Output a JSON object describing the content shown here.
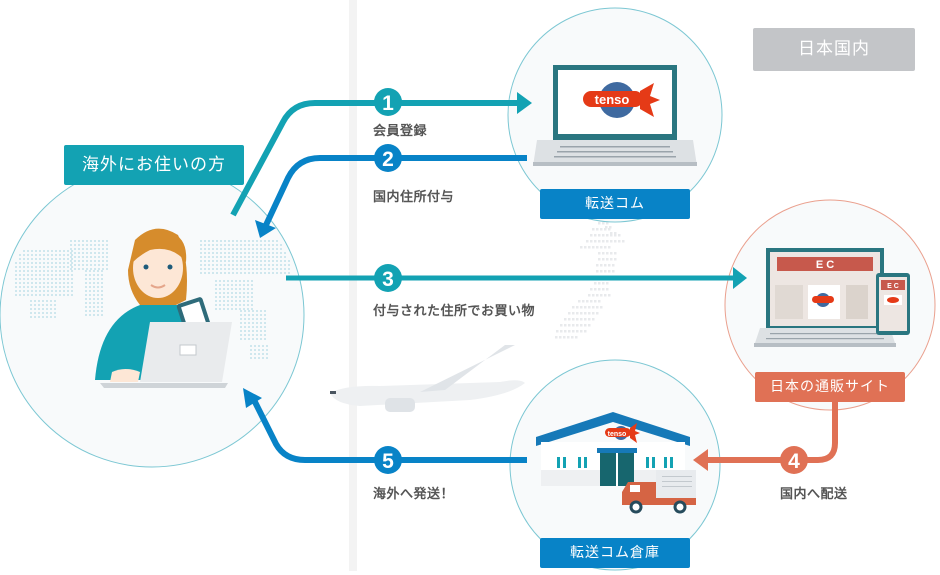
{
  "region_label": "日本国内",
  "nodes": {
    "customer": {
      "label": "海外にお住いの方"
    },
    "tenso": {
      "label": "転送コム",
      "logo_text": "tenso"
    },
    "ec_site": {
      "label": "日本の通販サイト",
      "screen_text": "E C",
      "phone_text": "E C"
    },
    "warehouse": {
      "label": "転送コム倉庫"
    }
  },
  "steps": [
    {
      "number": "1",
      "text": "会員登録"
    },
    {
      "number": "2",
      "text": "国内住所付与"
    },
    {
      "number": "3",
      "text": "付与された住所でお買い物"
    },
    {
      "number": "4",
      "text": "国内へ配送"
    },
    {
      "number": "5",
      "text": "海外へ発送！"
    }
  ],
  "colors": {
    "teal": "#13a2b3",
    "blue": "#0883c7",
    "orange": "#e07155",
    "gray_badge": "#c3c5c8",
    "text": "#555555"
  }
}
